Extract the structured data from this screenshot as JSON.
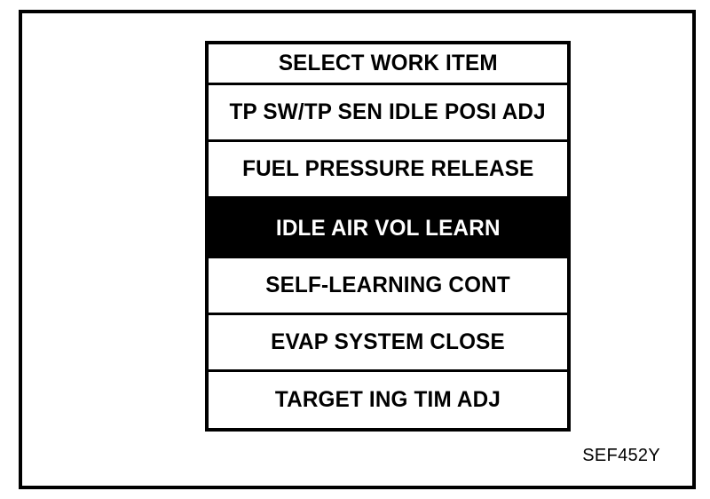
{
  "figure": {
    "caption": "SEF452Y",
    "frame_color": "#000000",
    "background_color": "#ffffff"
  },
  "menu": {
    "header": {
      "label": "SELECT WORK ITEM"
    },
    "selected_index": 2,
    "selected_bg_color": "#000000",
    "selected_text_color": "#ffffff",
    "items": [
      {
        "label": "TP SW/TP SEN IDLE POSI ADJ",
        "selected": false
      },
      {
        "label": "FUEL PRESSURE RELEASE",
        "selected": false
      },
      {
        "label": "IDLE AIR VOL LEARN",
        "selected": true
      },
      {
        "label": "SELF-LEARNING CONT",
        "selected": false
      },
      {
        "label": "EVAP SYSTEM CLOSE",
        "selected": false
      },
      {
        "label": "TARGET ING TIM ADJ",
        "selected": false
      }
    ]
  }
}
